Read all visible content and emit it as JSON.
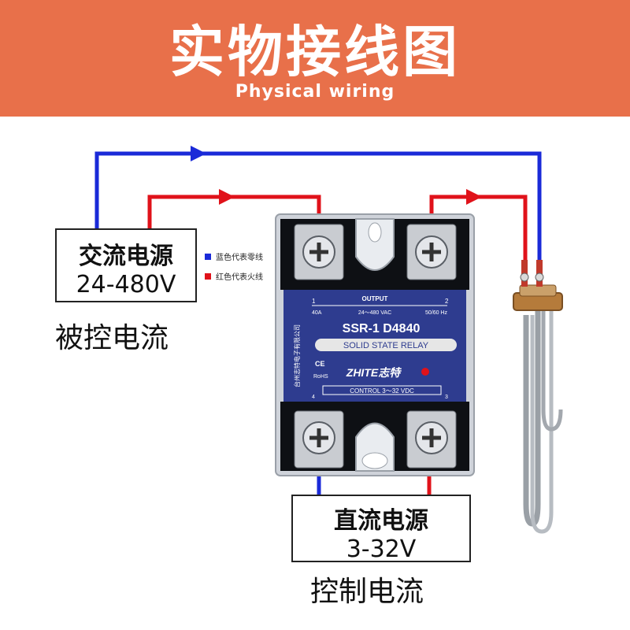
{
  "header": {
    "title": "实物接线图",
    "subtitle": "Physical wiring"
  },
  "load_supply": {
    "name": "交流电源",
    "voltage": "24-480V",
    "caption": "被控电流"
  },
  "control_supply": {
    "name": "直流电源",
    "voltage": "3-32V",
    "caption": "控制电流"
  },
  "legend": {
    "blue_label": "蓝色代表零线",
    "red_label": "红色代表火线"
  },
  "relay": {
    "model": "SSR-1 D4840",
    "type": "SOLID STATE RELAY",
    "output_label": "OUTPUT",
    "output_rating": "24～480 VAC",
    "current": "40A",
    "frequency": "50/60 Hz",
    "control": "CONTROL 3～32 VDC",
    "brand": "ZHITE志特",
    "manufacturer": "台州志特电子有限公司",
    "terminal_1": "1",
    "terminal_2": "2",
    "terminal_3": "3",
    "terminal_4": "4",
    "cert_ce": "CE",
    "cert_rohs": "RoHS"
  },
  "colors": {
    "header_bg": "#e8704a",
    "neutral_wire": "#1a2ad8",
    "live_wire": "#e0121a",
    "relay_label": "#2e3c8f"
  }
}
